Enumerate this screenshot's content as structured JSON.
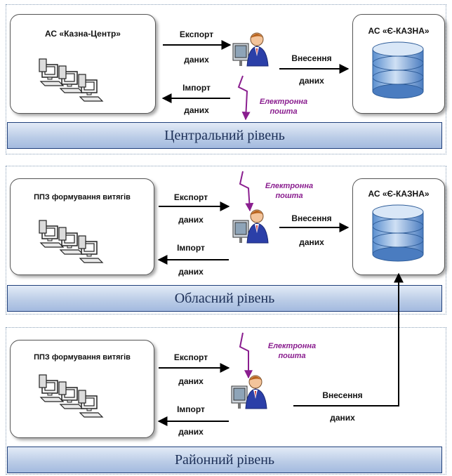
{
  "levels": [
    {
      "band": "Центральний рівень",
      "source": "АС «Казна-Центр»",
      "target": "АС «Є-КАЗНА»",
      "export": [
        "Експорт",
        "даних"
      ],
      "import": [
        "Імпорт",
        "даних"
      ],
      "input": [
        "Внесення",
        "даних"
      ],
      "email": [
        "Електронна",
        "пошта"
      ]
    },
    {
      "band": "Обласний рівень",
      "source": "ППЗ формування витягів",
      "target": "АС «Є-КАЗНА»",
      "export": [
        "Експорт",
        "даних"
      ],
      "import": [
        "Імпорт",
        "даних"
      ],
      "input": [
        "Внесення",
        "даних"
      ],
      "email": [
        "Електронна",
        "пошта"
      ]
    },
    {
      "band": "Районний рівень",
      "source": "ППЗ формування витягів",
      "export": [
        "Експорт",
        "даних"
      ],
      "import": [
        "Імпорт",
        "даних"
      ],
      "input": [
        "Внесення",
        "даних"
      ],
      "email": [
        "Електронна",
        "пошта"
      ]
    }
  ]
}
